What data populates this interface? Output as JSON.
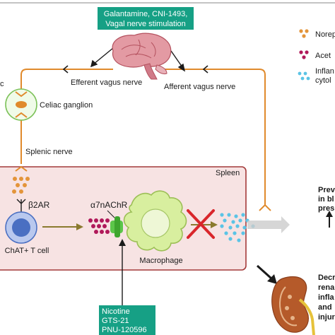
{
  "brain_box": {
    "line1": "Galantamine, CNI-1493,",
    "line2": "Vagal nerve stimulation"
  },
  "labels": {
    "efferent": "Efferent vagus nerve",
    "afferent": "Afferent vagus nerve",
    "celiac_ganglion": "Celiac ganglion",
    "celiac_partial": "c",
    "splenic_nerve": "Splenic nerve",
    "spleen": "Spleen",
    "b2ar": "β2AR",
    "a7nachr": "α7nAChR",
    "tcell": "ChAT+ T cell",
    "macrophage": "Macrophage"
  },
  "drug_box": {
    "line1": "Nicotine",
    "line2": "GTS-21",
    "line3": "PNU-120596"
  },
  "legend": {
    "norepinephrine": "Norep",
    "acetylcholine": "Acet",
    "cytokines_line1": "Inflan",
    "cytokines_line2": "cytol"
  },
  "outcomes": {
    "prevent_line1": "Prev",
    "prevent_line2": "in bl",
    "prevent_line3": "pres",
    "decrease_line1": "Decr",
    "decrease_line2": "rena",
    "decrease_line3": "infla",
    "decrease_line4": "and",
    "decrease_line5": "injur"
  },
  "colors": {
    "nerve": "#e08a2c",
    "spleen_fill": "#f7e3e3",
    "spleen_stroke": "#a33a3a",
    "green_box": "#16a085",
    "macrophage": "#cde98e",
    "acetylcholine": "#b0195a",
    "norepinephrine": "#e3943a",
    "cytokine": "#5bc4e6",
    "tcell": "#4a6fc2",
    "inhibit": "#d9262b"
  }
}
